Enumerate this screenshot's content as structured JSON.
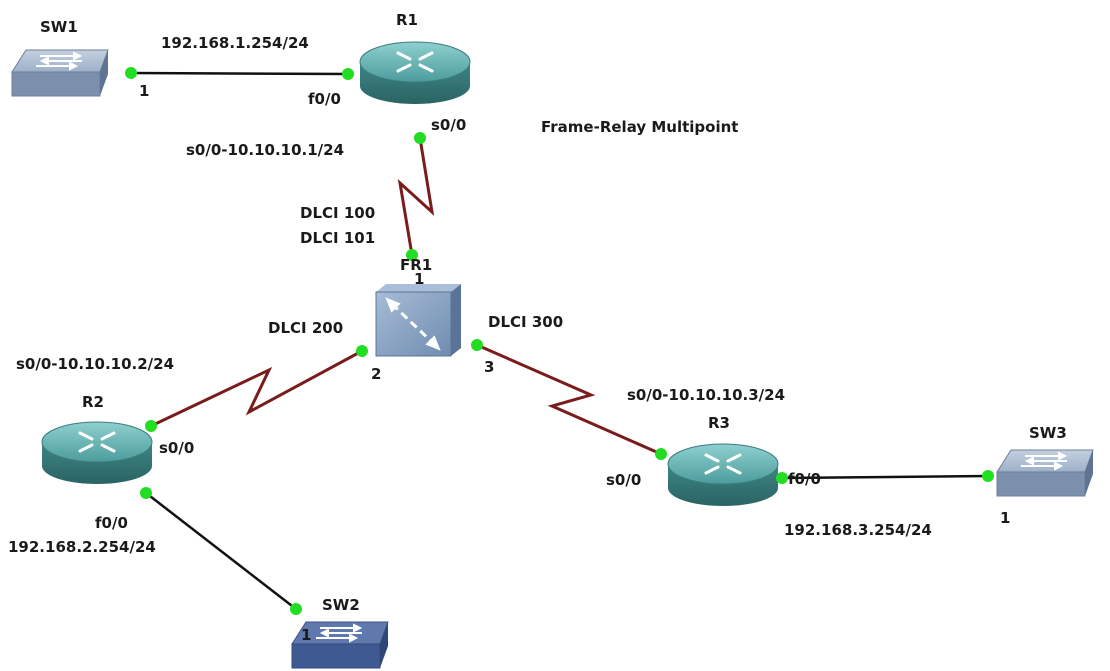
{
  "title": "Frame-Relay Multipoint",
  "devices": {
    "sw1": {
      "name": "SW1",
      "kind": "switch"
    },
    "sw2": {
      "name": "SW2",
      "kind": "switch"
    },
    "sw3": {
      "name": "SW3",
      "kind": "switch"
    },
    "r1": {
      "name": "R1",
      "kind": "router"
    },
    "r2": {
      "name": "R2",
      "kind": "router"
    },
    "r3": {
      "name": "R3",
      "kind": "router"
    },
    "fr1": {
      "name": "FR1",
      "kind": "frame-relay-switch"
    }
  },
  "interfaces": {
    "sw1_port": "1",
    "r1_f0": "f0/0",
    "r1_s0": "s0/0",
    "r2_s0": "s0/0",
    "r2_f0": "f0/0",
    "r3_s0": "s0/0",
    "r3_f0": "f0/0",
    "sw2_port": "1",
    "sw3_port": "1",
    "fr1_port1": "1",
    "fr1_port2": "2",
    "fr1_port3": "3"
  },
  "addresses": {
    "r1_lan": "192.168.1.254/24",
    "r1_serial": "s0/0-10.10.10.1/24",
    "r2_serial": "s0/0-10.10.10.2/24",
    "r2_lan": "192.168.2.254/24",
    "r3_serial": "s0/0-10.10.10.3/24",
    "r3_lan": "192.168.3.254/24"
  },
  "dlci": {
    "r1_a": "DLCI 100",
    "r1_b": "DLCI 101",
    "r2": "DLCI 200",
    "r3": "DLCI 300"
  },
  "colors": {
    "ethernet_link": "#111111",
    "serial_link": "#7a1c1c",
    "port_dot": "#22dd22",
    "router_body": "#4a9a9a",
    "switch_body": "#8fa3bf",
    "frame_switch_body": "#7f9bbd"
  }
}
